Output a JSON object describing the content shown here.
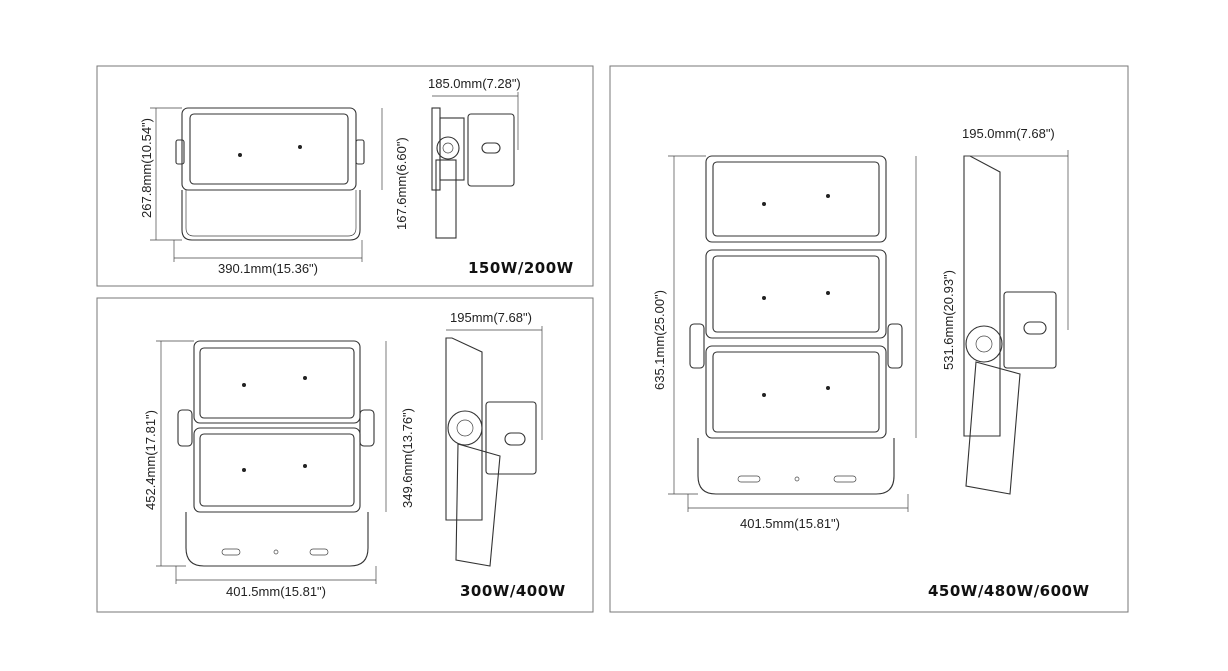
{
  "panels": [
    {
      "model": "150W/200W",
      "height": "267.8mm(10.54\")",
      "width": "390.1mm(15.36\")",
      "side_height": "167.6mm(6.60\")",
      "side_depth": "185.0mm(7.28\")"
    },
    {
      "model": "300W/400W",
      "height": "452.4mm(17.81\")",
      "width": "401.5mm(15.81\")",
      "side_height": "349.6mm(13.76\")",
      "side_depth": "195mm(7.68\")"
    },
    {
      "model": "450W/480W/600W",
      "height": "635.1mm(25.00\")",
      "width": "401.5mm(15.81\")",
      "side_height": "531.6mm(20.93\")",
      "side_depth": "195.0mm(7.68\")"
    }
  ]
}
